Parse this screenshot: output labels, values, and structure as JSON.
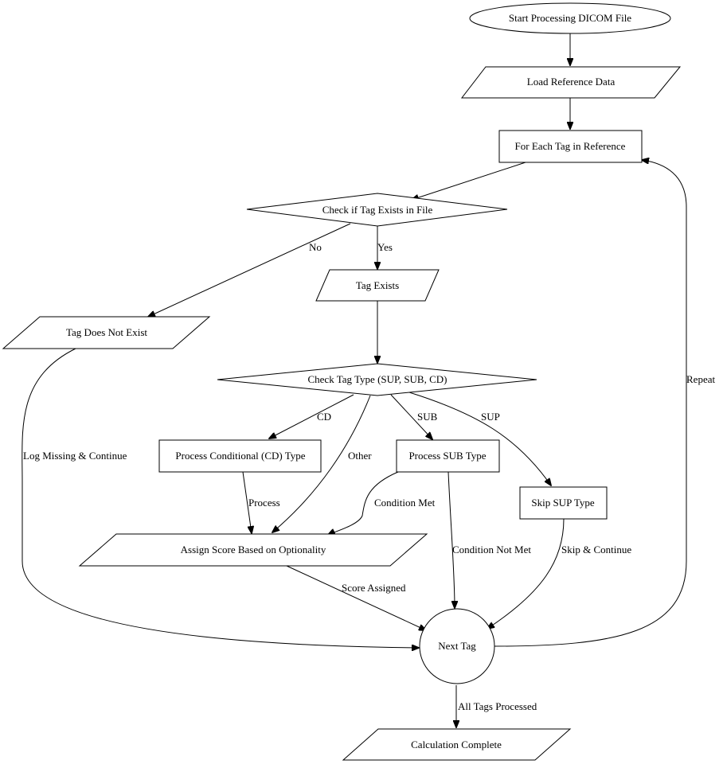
{
  "nodes": {
    "start": "Start Processing DICOM File",
    "load_reference": "Load Reference Data",
    "for_each_tag": "For Each Tag in Reference",
    "check_exists": "Check if Tag Exists in File",
    "tag_exists": "Tag Exists",
    "tag_not_exist": "Tag Does Not Exist",
    "check_type": "Check Tag Type (SUP, SUB, CD)",
    "process_cd": "Process Conditional (CD) Type",
    "process_sub": "Process SUB Type",
    "skip_sup": "Skip SUP Type",
    "assign_score": "Assign Score Based on Optionality",
    "next_tag": "Next Tag",
    "complete": "Calculation Complete"
  },
  "edges": {
    "no": "No",
    "yes": "Yes",
    "cd": "CD",
    "sub": "SUB",
    "sup": "SUP",
    "other": "Other",
    "process": "Process",
    "condition_met": "Condition Met",
    "condition_not_met": "Condition Not Met",
    "skip_continue": "Skip & Continue",
    "log_missing": "Log Missing & Continue",
    "score_assigned": "Score Assigned",
    "repeat": "Repeat",
    "all_processed": "All Tags Processed"
  }
}
